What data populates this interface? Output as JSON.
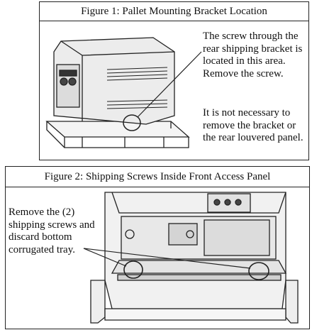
{
  "figure1": {
    "title": "Figure 1:  Pallet Mounting Bracket Location",
    "note_screw": "The screw through the rear shipping bracket is located in this area. Remove the screw.",
    "note_bracket": "It is not necessary to remove the bracket or the rear louvered panel."
  },
  "figure2": {
    "title": "Figure 2:  Shipping Screws Inside Front Access Panel",
    "note": "Remove the (2) shipping screws and discard bottom corrugated tray."
  }
}
